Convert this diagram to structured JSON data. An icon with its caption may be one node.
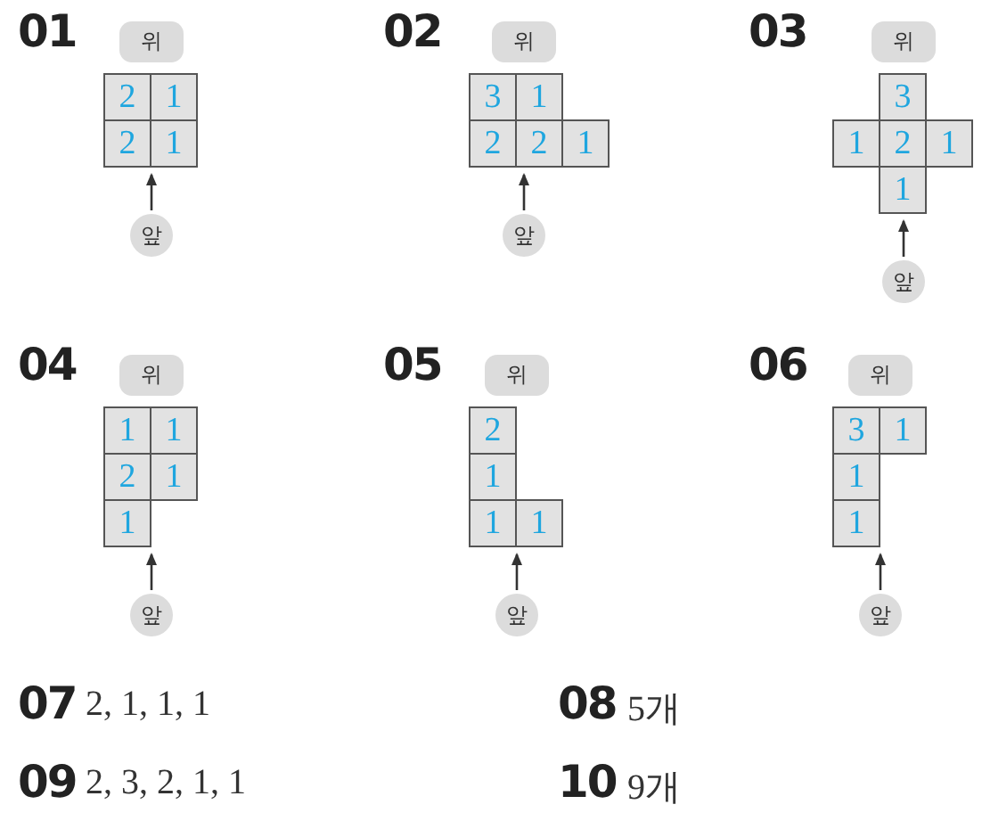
{
  "diagram": {
    "nodes": [
      {
        "text": [
          "위"
        ]
      },
      {
        "text": [],
        "shape": "box"
      },
      {
        "text": [
          "2"
        ],
        "in": 1
      },
      {
        "text": [
          "1"
        ],
        "in": 1
      },
      {
        "text": [
          "2"
        ],
        "in": 1
      },
      {
        "text": [
          "1"
        ],
        "in": 1
      },
      {
        "text": [
          "앞"
        ]
      },
      {
        "text": [
          "위"
        ]
      },
      {
        "text": [],
        "shape": "box"
      },
      {
        "text": [
          "3"
        ],
        "in": 8
      },
      {
        "text": [
          "1"
        ],
        "in": 8
      },
      {
        "text": [
          "2"
        ],
        "in": 8
      },
      {
        "text": [
          "2"
        ],
        "in": 8
      },
      {
        "text": [
          "1"
        ],
        "in": 8
      },
      {
        "text": [
          "앞"
        ]
      },
      {
        "text": [
          "위"
        ]
      },
      {
        "text": [],
        "shape": "box"
      },
      {
        "text": [
          "3"
        ],
        "in": 16
      },
      {
        "text": [
          "1"
        ],
        "in": 16
      },
      {
        "text": [
          "2"
        ],
        "in": 16
      },
      {
        "text": [
          "1"
        ],
        "in": 16
      },
      {
        "text": [
          "1"
        ],
        "in": 16
      },
      {
        "text": [
          "앞"
        ]
      },
      {
        "text": [
          "위"
        ]
      },
      {
        "text": [],
        "shape": "box"
      },
      {
        "text": [
          "1"
        ],
        "in": 24
      },
      {
        "text": [
          "1"
        ],
        "in": 24
      },
      {
        "text": [
          "2"
        ],
        "in": 24
      },
      {
        "text": [
          "1"
        ],
        "in": 24
      },
      {
        "text": [
          "1"
        ],
        "in": 24
      },
      {
        "text": [
          "앞"
        ]
      },
      {
        "text": [
          "위"
        ]
      },
      {
        "text": [],
        "shape": "box"
      },
      {
        "text": [
          "2"
        ],
        "in": 32
      },
      {
        "text": [
          "1"
        ],
        "in": 32
      },
      {
        "text": [
          "1"
        ],
        "in": 32
      },
      {
        "text": [
          "1"
        ],
        "in": 32
      },
      {
        "text": [
          "앞"
        ]
      },
      {
        "text": [
          "위"
        ]
      },
      {
        "text": [],
        "shape": "box"
      },
      {
        "text": [
          "3"
        ],
        "in": 39
      },
      {
        "text": [
          "1"
        ],
        "in": 39
      },
      {
        "text": [
          "1"
        ],
        "in": 39
      },
      {
        "text": [
          "1"
        ],
        "in": 39
      },
      {
        "text": [
          "앞"
        ]
      }
    ],
    "edges": [
      {
        "from": 6,
        "to": 1,
        "arrow": "to"
      },
      {
        "from": 14,
        "to": 8,
        "arrow": "to"
      },
      {
        "from": 22,
        "to": 16,
        "arrow": "to"
      },
      {
        "from": 30,
        "to": 24,
        "arrow": "to"
      },
      {
        "from": 37,
        "to": 32,
        "arrow": "to"
      },
      {
        "from": 44,
        "to": 39,
        "arrow": "to"
      }
    ],
    "labels": [
      "01",
      "02",
      "03",
      "04",
      "05",
      "06",
      "07",
      "2, 1, 1, 1",
      "08",
      "5개",
      "09",
      "2, 3, 2, 1, 1",
      "10",
      "9개"
    ]
  }
}
